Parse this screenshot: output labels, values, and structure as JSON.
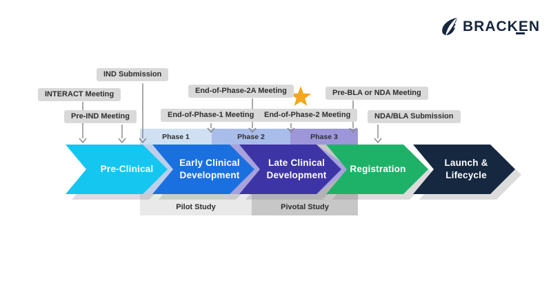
{
  "logo": {
    "text": "BRACKEN",
    "color": "#16263e"
  },
  "annotation_bg": "#d9d9d9",
  "connector_color": "#848484",
  "annotations": {
    "interact": "INTERACT Meeting",
    "ind_submission": "IND Submission",
    "pre_ind": "Pre-IND Meeting",
    "eop1": "End-of-Phase-1 Meeting",
    "eop2a": "End-of-Phase-2A Meeting",
    "eop2": "End-of-Phase-2 Meeting",
    "pre_bla": "Pre-BLA or NDA Meeting",
    "nda_bla": "NDA/BLA Submission"
  },
  "phases": [
    {
      "label": "Phase 1",
      "color": "#cfe0f2"
    },
    {
      "label": "Phase 2",
      "color": "#a9bdea"
    },
    {
      "label": "Phase 3",
      "color": "#9d97d9"
    }
  ],
  "studies": [
    {
      "label": "Pilot Study",
      "color": "#e9e9e9"
    },
    {
      "label": "Pivotal Study",
      "color": "#c7c7c7"
    }
  ],
  "stages": [
    {
      "lines": [
        "Pre-Clinical"
      ],
      "color": "#15c6f0"
    },
    {
      "lines": [
        "Early Clinical",
        "Development"
      ],
      "color": "#1b70e0",
      "echo": "#bdcfea"
    },
    {
      "lines": [
        "Late Clinical",
        "Development"
      ],
      "color": "#3d35a5",
      "echo": "#a8a2dc"
    },
    {
      "lines": [
        "Registration"
      ],
      "color": "#1eb269"
    },
    {
      "lines": [
        "Launch &",
        "Lifecycle"
      ],
      "color": "#152840"
    }
  ],
  "star": {
    "color": "#f2a71f"
  }
}
